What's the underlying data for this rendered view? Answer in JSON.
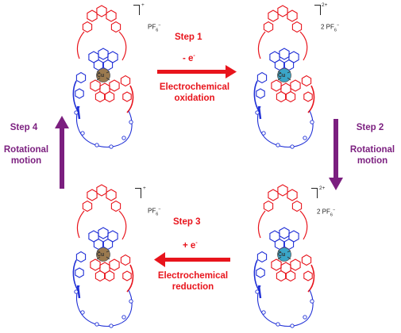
{
  "steps": {
    "step1": {
      "title": "Step 1",
      "electron": "- e",
      "electron_sup": "-",
      "line1": "Electrochemical",
      "line2": "oxidation"
    },
    "step2": {
      "title": "Step 2",
      "line1": "Rotational",
      "line2": "motion"
    },
    "step3": {
      "title": "Step 3",
      "electron": "+ e",
      "electron_sup": "-",
      "line1": "Electrochemical",
      "line2": "reduction"
    },
    "step4": {
      "title": "Step 4",
      "line1": "Rotational",
      "line2": "motion"
    }
  },
  "molecules": {
    "top_left": {
      "charge": "+",
      "counterion": "PF",
      "counterion_sub": "6",
      "counterion_sup": "−",
      "metal": "Cu"
    },
    "top_right": {
      "charge": "2+",
      "counterion": "2 PF",
      "counterion_sub": "6",
      "counterion_sup": "−",
      "metal": "Cu"
    },
    "bottom_left": {
      "charge": "+",
      "counterion": "PF",
      "counterion_sub": "6",
      "counterion_sup": "−",
      "metal": "Cu"
    },
    "bottom_right": {
      "charge": "2+",
      "counterion": "2 PF",
      "counterion_sub": "6",
      "counterion_sup": "−",
      "metal": "Cu"
    }
  },
  "colors": {
    "red": "#e8141c",
    "blue": "#1f2fd6",
    "purple": "#7b1f7f",
    "cu_I": "#9b7a4f",
    "cu_II": "#3aa6c8"
  }
}
